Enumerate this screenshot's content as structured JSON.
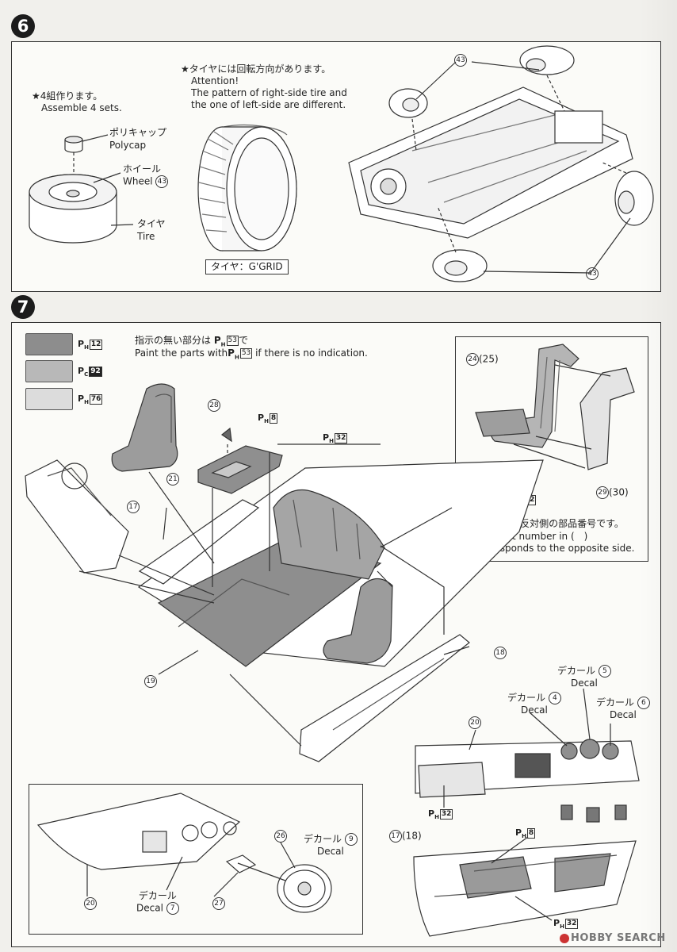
{
  "step6": {
    "number": "6",
    "assemble_jp": "★4組作ります。",
    "assemble_en": "Assemble 4 sets.",
    "polycap_jp": "ポリキャップ",
    "polycap_en": "Polycap",
    "wheel_jp": "ホイール",
    "wheel_en": "Wheel",
    "wheel_part": "43",
    "tire_jp": "タイヤ",
    "tire_en": "Tire",
    "attention_jp": "★タイヤには回転方向があります。",
    "attention_en": "Attention!",
    "attention_line2": "The pattern of right-side tire and",
    "attention_line3": "the one of left-side are different.",
    "tire_tag": "タイヤ：G'GRID",
    "chassis_part_top": "43",
    "chassis_part_bottom": "43"
  },
  "step7": {
    "number": "7",
    "paint_note_jp": "指示の無い部分は",
    "paint_note_code": "53",
    "paint_note_jp_end": "で",
    "paint_note_en_pre": "Paint the parts with",
    "paint_note_en_post": "if there is no indication.",
    "legend": [
      {
        "prefix": "H",
        "code": "12",
        "color": "#8d8d8d"
      },
      {
        "prefix": "C",
        "code": "92",
        "color": "#b8b8b8"
      },
      {
        "prefix": "H",
        "code": "76",
        "color": "#dcdcdc"
      }
    ],
    "labels": {
      "p28": "28",
      "p8": "8",
      "p32": "32",
      "p21": "21",
      "p17": "17",
      "p18": "18",
      "p19": "19",
      "p20": "20",
      "p26": "26",
      "p27": "27",
      "p24": "24",
      "p25": "(25)",
      "p29": "29",
      "p30": "(30)",
      "p17b": "17",
      "p18b": "(18)"
    },
    "inset_note_jp": "★(　　)内は反対側の部品番号です。",
    "inset_note_en1": "The part number in (　)",
    "inset_note_en2": "corresponds to the opposite side.",
    "decal_jp": "デカール",
    "decal_en": "Decal",
    "decals": [
      "4",
      "5",
      "6",
      "7",
      "9"
    ],
    "dash_paint": "32",
    "door_paint_top": "8",
    "door_paint_bottom": "32",
    "seat_paint": "32"
  },
  "watermark": "HOBBY SEARCH"
}
